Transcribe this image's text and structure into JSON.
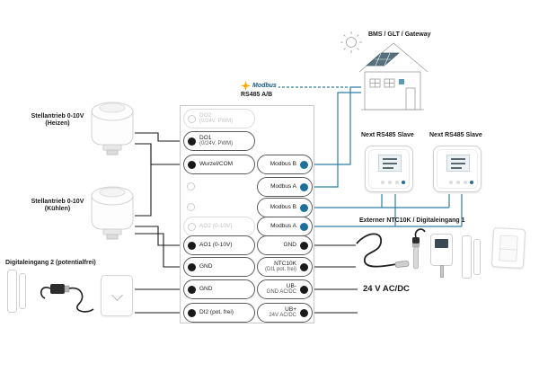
{
  "colors": {
    "wire_black": "#1a1a1a",
    "wire_blue": "#2e7ea8",
    "modbus_dot": "#1d6f9c",
    "inactive_gray": "#c2c2c2",
    "star_orange": "#f6a800"
  },
  "top": {
    "bms_label": "BMS / GLT / Gateway",
    "modbus_label": "Modbus",
    "rs485_label": "RS485 A/B"
  },
  "left_devices": {
    "heizen_label_1": "Stellantrieb 0-10V",
    "heizen_label_2": "(Heizen)",
    "kuehlen_label_1": "Stellantrieb 0-10V",
    "kuehlen_label_2": "(Kühlen)",
    "digital2_label": "Digitaleingang 2 (potentialfrei)"
  },
  "right_devices": {
    "slave1_label": "Next RS485 Slave",
    "slave2_label": "Next RS485 Slave",
    "ntc_label": "Externer NTC10K / Digitaleingang 1",
    "power_label": "24 V AC/DC"
  },
  "terminal_block": {
    "left": [
      {
        "label": "DO2",
        "sub": "(0/24V, PWM)"
      },
      {
        "label": "DO1",
        "sub": "(0/24V, PWM)"
      },
      {
        "label": "Wurzel/COM",
        "sub": ""
      },
      {
        "label": "",
        "sub": ""
      },
      {
        "label": "",
        "sub": ""
      },
      {
        "label": "AO2 (0-10V)",
        "sub": ""
      },
      {
        "label": "AO1 (0-10V)",
        "sub": ""
      },
      {
        "label": "GND",
        "sub": ""
      },
      {
        "label": "GND",
        "sub": ""
      },
      {
        "label": "DI2 (pot. frei)",
        "sub": ""
      }
    ],
    "right": [
      {
        "label": "Modbus B",
        "sub": ""
      },
      {
        "label": "Modbus A",
        "sub": ""
      },
      {
        "label": "Modbus B",
        "sub": ""
      },
      {
        "label": "Modbus A",
        "sub": ""
      },
      {
        "label": "GND",
        "sub": ""
      },
      {
        "label": "NTC10K",
        "sub": "(DI1 pot. frei)"
      },
      {
        "label": "UB-",
        "sub": "GND AC/DC"
      },
      {
        "label": "UB+",
        "sub": "24V AC/DC"
      }
    ]
  }
}
